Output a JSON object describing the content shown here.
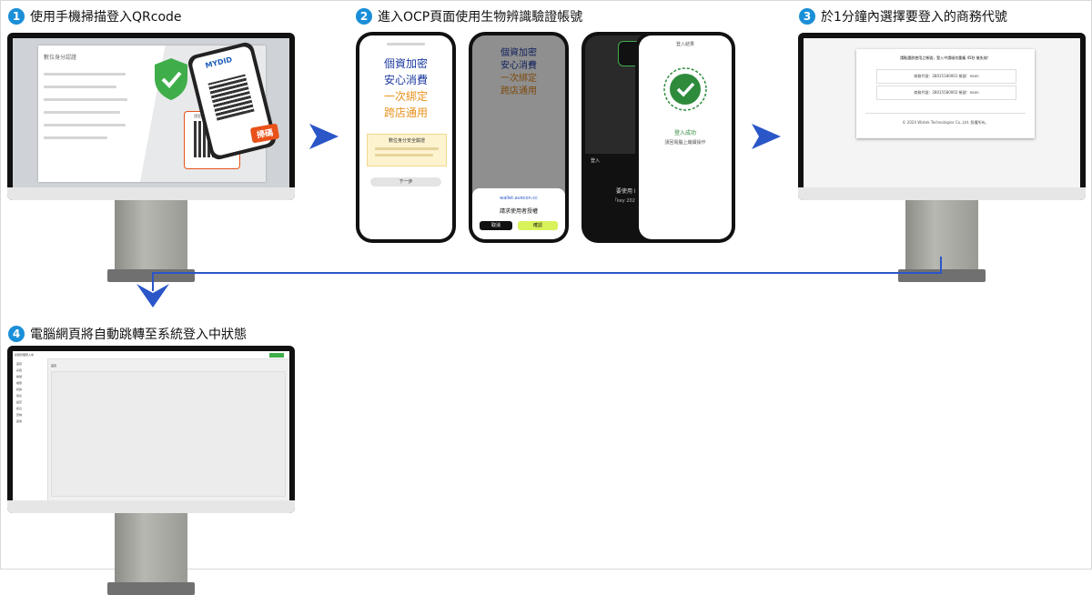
{
  "steps": [
    {
      "num": "1",
      "label": "使用手機掃描登入QRcode"
    },
    {
      "num": "2",
      "label": "進入OCP頁面使用生物辨識驗證帳號"
    },
    {
      "num": "3",
      "label": "於1分鐘內選擇要登入的商務代號"
    },
    {
      "num": "4",
      "label": "電腦網頁將自動跳轉至系統登入中狀態"
    }
  ],
  "colors": {
    "accent": "#1a8fd8",
    "arrow": "#2a56c8",
    "orange": "#e8901a",
    "navy": "#1c3aa0",
    "success": "#2e8b3c",
    "scan": "#e8521a"
  },
  "screen1": {
    "page_title": "數位身分認證",
    "mydid_brand": "MYDID",
    "qr_prompt": "請登錄/掃碼登入",
    "scan_label": "掃碼"
  },
  "phone1": {
    "lines": [
      "個資加密",
      "安心消費",
      "一次綁定",
      "跨店通用"
    ],
    "card_title": "數位身分安全驗證",
    "next_button": "下一步"
  },
  "phone2": {
    "lines": [
      "個資加密",
      "安心消費",
      "一次綁定",
      "跨店通用"
    ],
    "dialog_url": "wallet.avecon.cc",
    "dialog_text": "請求使用者授權",
    "cancel": "取消",
    "confirm": "確認"
  },
  "phone3": {
    "login_label": "登入",
    "faceid_text": "要使用 Face ID",
    "text_snippet": "「key 2024.0"
  },
  "phone4": {
    "header": "登入結果",
    "success_text": "登入成功",
    "sub_text": "請回電腦上繼續操作"
  },
  "screen3": {
    "title": "請點選欲使用之帳號，登入中請絕勿重複 45秒 後失效！",
    "rows": [
      {
        "label": "商務代號：28015180001 帳號：noon"
      },
      {
        "label": "商務代號：28015580002 帳號：noon"
      }
    ],
    "footer": "© 2024 Wistek Technologies Co.,Ltd. 版權所有。"
  },
  "screen4": {
    "title": "系統管理登入中",
    "tab": "首頁",
    "menu": [
      "首頁",
      "系統",
      "帳號",
      "權限",
      "紀錄",
      "報表",
      "設定",
      "訊息",
      "查詢",
      "其他"
    ]
  }
}
